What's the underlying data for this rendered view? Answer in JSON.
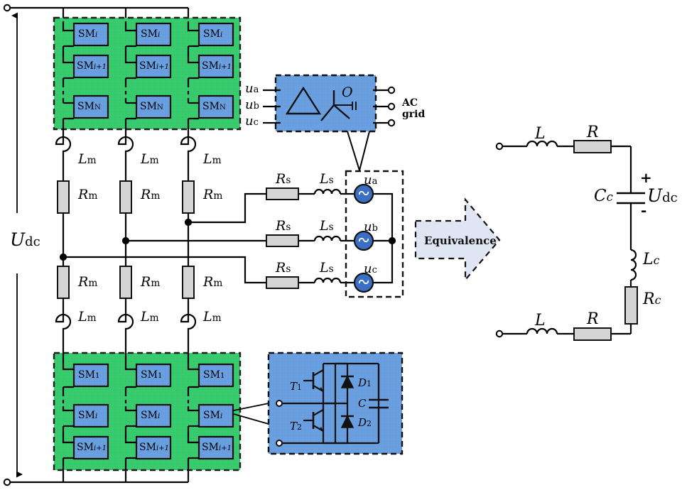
{
  "diagram": {
    "title": "MMC converter with AC grid and DC-side equivalent circuit",
    "colors": {
      "arm_block_fill": "#39cc6e",
      "submodule_fill": "#6a9fe0",
      "detail_block_fill": "#6a9fe0",
      "resistor_fill": "#d4d4d4",
      "source_fill": "#3a6fc4",
      "equivalence_fill": "#dfe5f2",
      "line": "#000000"
    },
    "labels": {
      "dc_voltage": "U",
      "dc_voltage_sub": "dc",
      "equivalence": "Equivalence",
      "ac_grid_line1": "AC",
      "ac_grid_line2": "grid",
      "transformer_neutral": "O"
    },
    "upper_arm": {
      "name": "upper-arm-block",
      "submodule_labels": [
        "SM",
        "SM",
        "SM"
      ],
      "rows": [
        {
          "base": "SM",
          "sub": "i",
          "sub_italic": true
        },
        {
          "base": "SM",
          "sub": "i+1",
          "sub_italic": true
        },
        {
          "base": "SM",
          "sub": "N",
          "sub_italic": false
        }
      ],
      "columns": 3
    },
    "lower_arm": {
      "name": "lower-arm-block",
      "rows": [
        {
          "base": "SM",
          "sub": "1",
          "sub_italic": false
        },
        {
          "base": "SM",
          "sub": "i",
          "sub_italic": true
        },
        {
          "base": "SM",
          "sub": "i+1",
          "sub_italic": true
        }
      ],
      "columns": 3
    },
    "arm_impedance": {
      "inductor_label": "L",
      "inductor_sub": "m",
      "resistor_label": "R",
      "resistor_sub": "m",
      "upper_inductors": 3,
      "upper_resistors": 3,
      "lower_inductors": 3,
      "lower_resistors": 3
    },
    "ac_side": {
      "phase_labels": [
        {
          "base": "u",
          "sub": "a"
        },
        {
          "base": "u",
          "sub": "b"
        },
        {
          "base": "u",
          "sub": "c"
        }
      ],
      "series_resistor": {
        "base": "R",
        "sub": "s"
      },
      "series_inductor": {
        "base": "L",
        "sub": "s"
      },
      "source_labels": [
        {
          "base": "u",
          "sub": "a"
        },
        {
          "base": "u",
          "sub": "b"
        },
        {
          "base": "u",
          "sub": "c"
        }
      ],
      "source_symbol": "~"
    },
    "transformer": {
      "name": "transformer-block",
      "primary_winding": "delta",
      "secondary_winding": "wye",
      "neutral_label": "O",
      "ac_terminals": 3
    },
    "submodule_detail": {
      "name": "submodule-detail-block",
      "devices": [
        {
          "label": "T",
          "sub": "1"
        },
        {
          "label": "T",
          "sub": "2"
        },
        {
          "label": "D",
          "sub": "1"
        },
        {
          "label": "D",
          "sub": "2"
        },
        {
          "label": "C",
          "sub": ""
        }
      ],
      "topology": "half-bridge"
    },
    "equivalent_circuit": {
      "name": "dc-equivalent-circuit",
      "top_inductor": "L",
      "top_resistor": "R",
      "bottom_inductor": "L",
      "bottom_resistor": "R",
      "capacitor": {
        "base": "C",
        "sub": "c"
      },
      "dc_voltage": {
        "base": "U",
        "sub": "dc"
      },
      "series_inductor": {
        "base": "L",
        "sub": "c"
      },
      "series_resistor": {
        "base": "R",
        "sub": "c"
      },
      "polarity_plus": "+",
      "polarity_minus": "-",
      "terminals": 2
    }
  }
}
